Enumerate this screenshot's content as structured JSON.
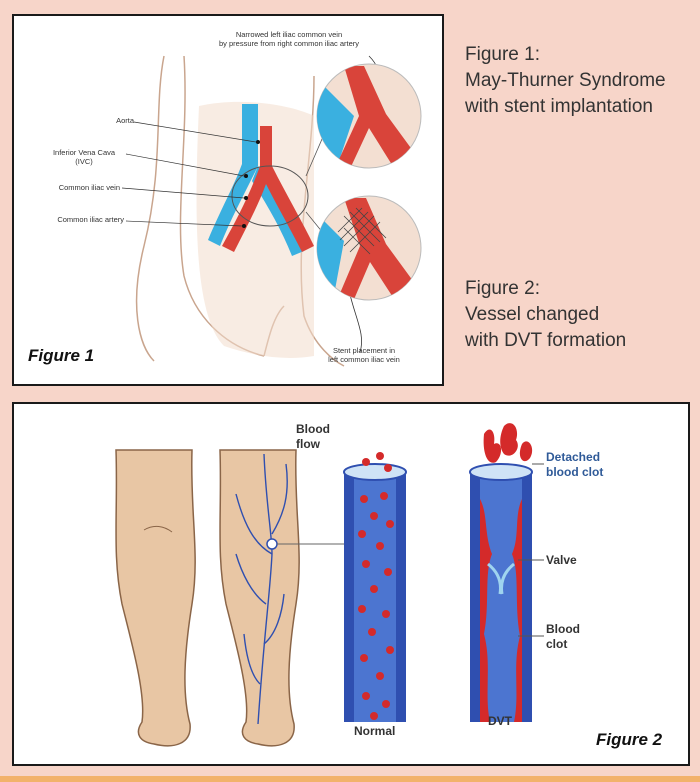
{
  "figure1": {
    "label": "Figure 1",
    "annotations": {
      "narrowed": [
        "Narrowed left iliac common vein",
        "by pressure from right common iliac artery"
      ],
      "aorta": "Aorta",
      "ivc": [
        "Inferior Vena Cava",
        "(IVC)"
      ],
      "common_iliac_vein": "Common iliac vein",
      "common_iliac_artery": "Common iliac artery",
      "stent": [
        "Stent placement in",
        "left common iliac vein"
      ]
    }
  },
  "captions": {
    "fig1": [
      "Figure 1:",
      "May-Thurner Syndrome",
      "with stent implantation"
    ],
    "fig2": [
      "Figure 2:",
      "Vessel changed",
      "with DVT formation"
    ]
  },
  "figure2": {
    "label": "Figure 2",
    "blood_flow": [
      "Blood",
      "flow"
    ],
    "detached": [
      "Detached",
      "blood clot"
    ],
    "valve": "Valve",
    "blood_clot": [
      "Blood",
      "clot"
    ],
    "normal": "Normal",
    "dvt": "DVT"
  },
  "colors": {
    "background": "#f7d5c9",
    "vein": "#3ab0e0",
    "artery": "#d9443a",
    "skin": "#e8c6a4",
    "clot": "#d42a2a",
    "label_blue": "#2f5a98"
  }
}
